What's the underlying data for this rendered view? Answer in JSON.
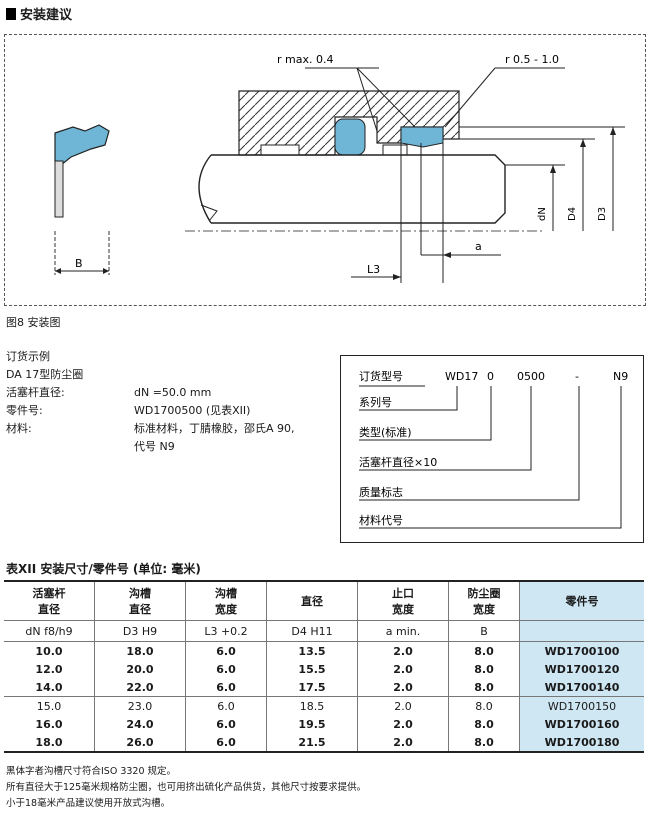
{
  "section_title": "安装建议",
  "figure": {
    "caption": "图8 安装图",
    "labels": {
      "r_max": "r max. 0.4",
      "r_range": "r 0.5 - 1.0",
      "B": "B",
      "L3": "L3",
      "a": "a",
      "dN": "dN",
      "D4": "D4",
      "D3": "D3"
    }
  },
  "order_example": {
    "title": "订货示例",
    "product": "DA 17型防尘圈",
    "rows": [
      {
        "key": "活塞杆直径:",
        "value": "dN =50.0 mm"
      },
      {
        "key": "零件号:",
        "value": "WD1700500 (见表XII)"
      },
      {
        "key": "材料:",
        "value": "标准材料，丁腈橡胶，邵氏A 90,"
      },
      {
        "key": "",
        "value": "代号 N9"
      }
    ]
  },
  "order_code": {
    "label": "订货型号",
    "parts": [
      "WD17",
      "0",
      "0500",
      "-",
      "N9"
    ],
    "legend": [
      "系列号",
      "类型(标准)",
      "活塞杆直径×10",
      "质量标志",
      "材料代号"
    ]
  },
  "table": {
    "title": "表XII 安装尺寸/零件号 (单位: 毫米)",
    "headers": [
      "活塞杆\n直径",
      "沟槽\n直径",
      "沟槽\n宽度",
      "直径",
      "止口\n宽度",
      "防尘圈\n宽度",
      "零件号"
    ],
    "subheaders": [
      "dN f8/h9",
      "D3 H9",
      "L3 +0.2",
      "D4 H11",
      "a min.",
      "B",
      ""
    ],
    "rows": [
      [
        "10.0",
        "18.0",
        "6.0",
        "13.5",
        "2.0",
        "8.0",
        "WD1700100"
      ],
      [
        "12.0",
        "20.0",
        "6.0",
        "15.5",
        "2.0",
        "8.0",
        "WD1700120"
      ],
      [
        "14.0",
        "22.0",
        "6.0",
        "17.5",
        "2.0",
        "8.0",
        "WD1700140"
      ],
      [
        "15.0",
        "23.0",
        "6.0",
        "18.5",
        "2.0",
        "8.0",
        "WD1700150"
      ],
      [
        "16.0",
        "24.0",
        "6.0",
        "19.5",
        "2.0",
        "8.0",
        "WD1700160"
      ],
      [
        "18.0",
        "26.0",
        "6.0",
        "21.5",
        "2.0",
        "8.0",
        "WD1700180"
      ]
    ]
  },
  "notes": [
    "黑体字者沟槽尺寸符合ISO 3320 规定。",
    "所有直径大于125毫米规格防尘圈，也可用挤出硫化产品供货，其他尺寸按要求提供。",
    "小于18毫米产品建议使用开放式沟槽。"
  ]
}
